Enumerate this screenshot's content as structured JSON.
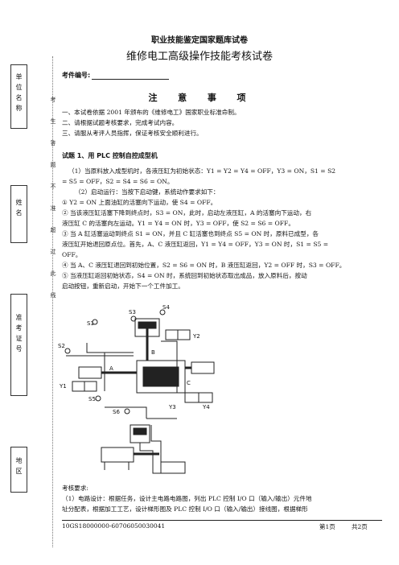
{
  "header": {
    "title": "职业技能鉴定国家题库试卷",
    "subtitle": "维修电工高级操作技能考核试卷"
  },
  "exam_no_label": "考件编号:",
  "notice": {
    "heading": "注  意  事  项",
    "items": [
      "一、本试卷依据 2001 年颁布的《维修电工》国家职业标准命制。",
      "二、请根据试题考核要求，完成考试内容。",
      "三、请服从考评人员指挥，保证考核安全顺利进行。"
    ]
  },
  "question": {
    "title": "试题 1、用 PLC 控制自控成型机",
    "paragraphs": [
      "（1）当原料放入成型机时，各液压缸为初始状态：Y1 = Y2 = Y4 = OFF，Y3 = ON，S1 = S2",
      "= S5 = OFF，S2 = S4 = S6 = ON。",
      "（2）启动运行：当按下启动键，系统动作要求如下：",
      "① Y2 = ON 上面油缸的活塞向下运动，使 S4 = OFF。",
      "② 当该液压缸活塞下降到终点时，S3 = ON，此时，启动左液压缸，A 的活塞向下运动，右",
      "液压缸 C 的活塞向左运动。Y1 = Y4 = ON 时，Y3 = OFF，使 S2 = S6 = OFF。",
      "③ 当 A 缸活塞运动到终点 S1 = ON，并且 C 缸活塞也到终点 S5 = ON 时，原料已成型，各",
      "液压缸开始退回原点位。首先，A、C 液压缸返回，Y1 = Y4 = OFF，Y3 = ON 时，S1 = S5 =",
      "OFF。",
      "④ 当 A、C 液压缸退回到初始位置，S2 = S6 = ON 时，B 液压缸返回，Y2 = OFF 时，S3 = OFF。",
      "⑤ 当液压缸返回初始状态，S4 = ON 时，系统回到初始状态取出成品，放入原料后，按动",
      "启动按钮，重新启动，开始下一个工件加工。"
    ],
    "requirements_label": "考核要求:",
    "requirements": [
      "（1）电路设计：根据任务，设计主电路电路图，列出 PLC 控制 I/O 口（输入/输出）元件地",
      "址分配表，根据加工工艺，设计梯形图及 PLC 控制 I/O 口（输入/输出）接线图，根据梯形"
    ]
  },
  "diagram_labels": {
    "S1": "S1",
    "S2": "S2",
    "S3": "S3",
    "S4": "S4",
    "S5": "S5",
    "S6": "S6",
    "Y1": "Y1",
    "Y2": "Y2",
    "Y3": "Y3",
    "Y4": "Y4",
    "A": "A",
    "B": "B",
    "C": "C"
  },
  "sidebar": {
    "unit": "单位名称",
    "name": "姓名",
    "id": "准考证号",
    "region": "地区",
    "binding_line": "考生答题不准超过此线"
  },
  "footer": {
    "code": "10GS18000000-60706050030041",
    "page": "第1页",
    "total": "共2页"
  }
}
